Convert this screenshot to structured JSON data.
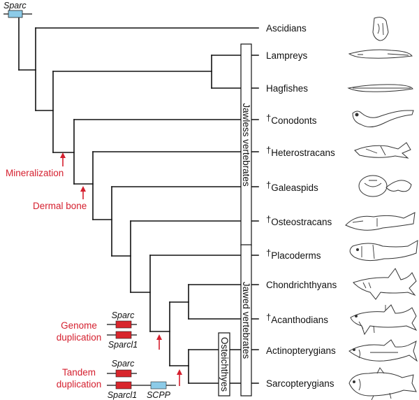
{
  "taxa": [
    {
      "name": "Ascidians",
      "extinct": false
    },
    {
      "name": "Lampreys",
      "extinct": false
    },
    {
      "name": "Hagfishes",
      "extinct": false
    },
    {
      "name": "Conodonts",
      "extinct": true
    },
    {
      "name": "Heterostracans",
      "extinct": true
    },
    {
      "name": "Galeaspids",
      "extinct": true
    },
    {
      "name": "Osteostracans",
      "extinct": true
    },
    {
      "name": "Placoderms",
      "extinct": true
    },
    {
      "name": "Chondrichthyans",
      "extinct": false
    },
    {
      "name": "Acanthodians",
      "extinct": true
    },
    {
      "name": "Actinopterygians",
      "extinct": false
    },
    {
      "name": "Sarcopterygians",
      "extinct": false
    }
  ],
  "dagger": "†",
  "groups": {
    "jawless": "Jawless vertebrates",
    "jawed": "Jawed vertebrates",
    "osteichthyes": "Osteichthyes"
  },
  "events": {
    "mineralization": "Mineralization",
    "dermal_bone": "Dermal bone",
    "genome_duplication_line1": "Genome",
    "genome_duplication_line2": "duplication",
    "tandem_duplication_line1": "Tandem",
    "tandem_duplication_line2": "duplication"
  },
  "genes": {
    "sparc_root": "Sparc",
    "genome_sparc": "Sparc",
    "genome_sparcl1": "Sparcl1",
    "tandem_sparc": "Sparc",
    "tandem_sparcl1": "Sparcl1",
    "tandem_scpp": "SCPP"
  },
  "colors": {
    "accent_red": "#d5202f",
    "gene_red": "#d8262c",
    "gene_blue": "#8ccbe8",
    "tree": "#111111"
  }
}
